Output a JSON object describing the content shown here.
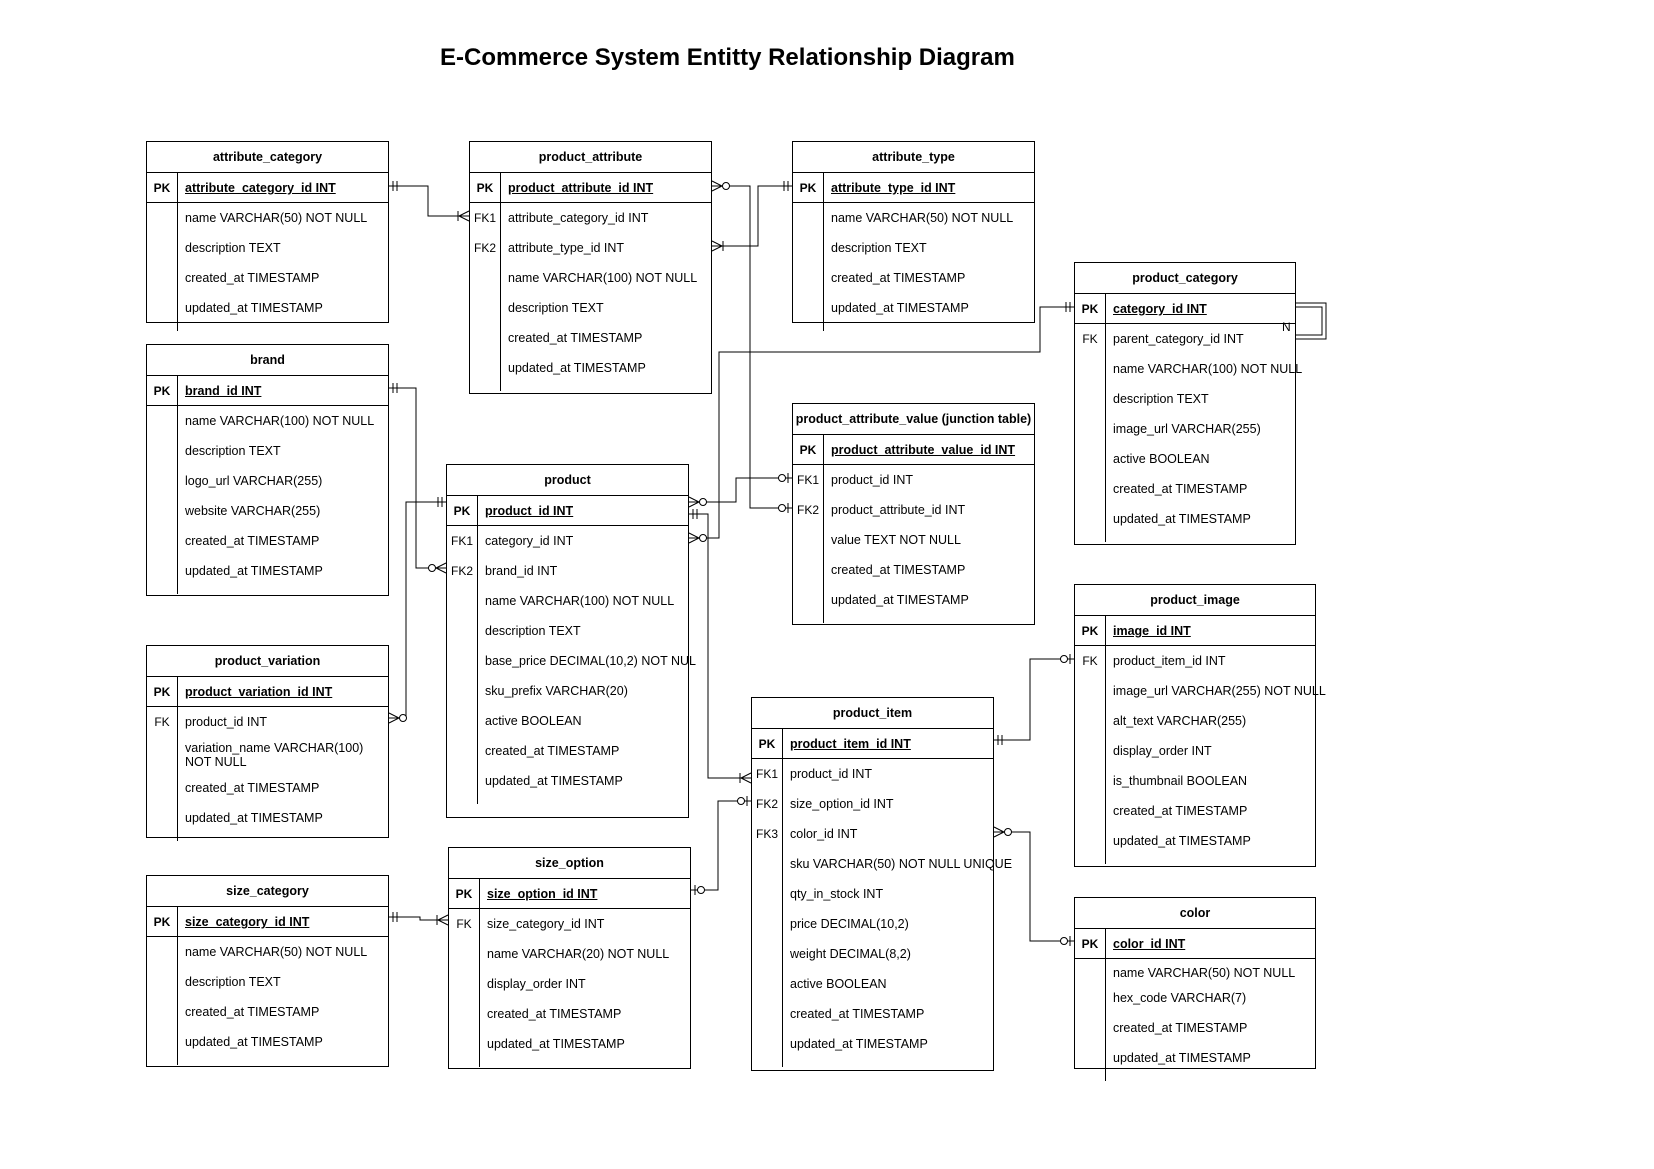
{
  "title": "E-Commerce System Entitty Relationship Diagram",
  "self_reference_label": "N",
  "entities": {
    "attribute_category": {
      "name": "attribute_category",
      "pk": {
        "key": "PK",
        "field": "attribute_category_id INT"
      },
      "rows": [
        {
          "key": "",
          "field": "name VARCHAR(50) NOT NULL"
        },
        {
          "key": "",
          "field": "description TEXT"
        },
        {
          "key": "",
          "field": "created_at TIMESTAMP"
        },
        {
          "key": "",
          "field": "updated_at TIMESTAMP"
        }
      ]
    },
    "brand": {
      "name": "brand",
      "pk": {
        "key": "PK",
        "field": "brand_id INT"
      },
      "rows": [
        {
          "key": "",
          "field": "name VARCHAR(100) NOT NULL"
        },
        {
          "key": "",
          "field": "description TEXT"
        },
        {
          "key": "",
          "field": "logo_url VARCHAR(255)"
        },
        {
          "key": "",
          "field": "website VARCHAR(255)"
        },
        {
          "key": "",
          "field": "created_at TIMESTAMP"
        },
        {
          "key": "",
          "field": "updated_at TIMESTAMP"
        }
      ]
    },
    "product_variation": {
      "name": "product_variation",
      "pk": {
        "key": "PK",
        "field": "product_variation_id INT"
      },
      "rows": [
        {
          "key": "FK",
          "field": "product_id INT"
        },
        {
          "key": "",
          "field": "variation_name  VARCHAR(100) NOT NULL",
          "tall": true
        },
        {
          "key": "",
          "field": "created_at TIMESTAMP"
        },
        {
          "key": "",
          "field": "updated_at TIMESTAMP"
        }
      ]
    },
    "size_category": {
      "name": "size_category",
      "pk": {
        "key": "PK",
        "field": "size_category_id INT"
      },
      "rows": [
        {
          "key": "",
          "field": "name VARCHAR(50) NOT NULL"
        },
        {
          "key": "",
          "field": "description TEXT"
        },
        {
          "key": "",
          "field": "created_at TIMESTAMP"
        },
        {
          "key": "",
          "field": "updated_at TIMESTAMP"
        }
      ]
    },
    "product_attribute": {
      "name": "product_attribute",
      "pk": {
        "key": "PK",
        "field": "product_attribute_id INT"
      },
      "rows": [
        {
          "key": "FK1",
          "field": "attribute_category_id INT"
        },
        {
          "key": "FK2",
          "field": "attribute_type_id INT"
        },
        {
          "key": "",
          "field": "name VARCHAR(100) NOT NULL"
        },
        {
          "key": "",
          "field": "description TEXT"
        },
        {
          "key": "",
          "field": "created_at TIMESTAMP"
        },
        {
          "key": "",
          "field": "updated_at TIMESTAMP"
        }
      ]
    },
    "product": {
      "name": "product",
      "pk": {
        "key": "PK",
        "field": "product_id INT"
      },
      "rows": [
        {
          "key": "FK1",
          "field": "category_id INT"
        },
        {
          "key": "FK2",
          "field": "brand_id INT"
        },
        {
          "key": "",
          "field": "name VARCHAR(100) NOT NULL"
        },
        {
          "key": "",
          "field": "description TEXT"
        },
        {
          "key": "",
          "field": "base_price DECIMAL(10,2) NOT NUL"
        },
        {
          "key": "",
          "field": "sku_prefix VARCHAR(20)"
        },
        {
          "key": "",
          "field": "active BOOLEAN"
        },
        {
          "key": "",
          "field": "created_at TIMESTAMP"
        },
        {
          "key": "",
          "field": "updated_at TIMESTAMP"
        }
      ]
    },
    "size_option": {
      "name": "size_option",
      "pk": {
        "key": "PK",
        "field": "size_option_id INT"
      },
      "rows": [
        {
          "key": "FK",
          "field": "size_category_id INT"
        },
        {
          "key": "",
          "field": "name VARCHAR(20) NOT NULL"
        },
        {
          "key": "",
          "field": "display_order INT"
        },
        {
          "key": "",
          "field": "created_at TIMESTAMP"
        },
        {
          "key": "",
          "field": "updated_at TIMESTAMP"
        }
      ]
    },
    "attribute_type": {
      "name": "attribute_type",
      "pk": {
        "key": "PK",
        "field": "attribute_type_id INT"
      },
      "rows": [
        {
          "key": "",
          "field": "name VARCHAR(50) NOT NULL"
        },
        {
          "key": "",
          "field": "description TEXT"
        },
        {
          "key": "",
          "field": "created_at TIMESTAMP"
        },
        {
          "key": "",
          "field": "updated_at TIMESTAMP"
        }
      ]
    },
    "product_attribute_value": {
      "name": "product_attribute_value (junction table)",
      "pk": {
        "key": "PK",
        "field": "product_attribute_value_id INT"
      },
      "rows": [
        {
          "key": "FK1",
          "field": "product_id INT"
        },
        {
          "key": "FK2",
          "field": "product_attribute_id INT"
        },
        {
          "key": "",
          "field": "value TEXT NOT NULL"
        },
        {
          "key": "",
          "field": "created_at TIMESTAMP"
        },
        {
          "key": "",
          "field": "updated_at TIMESTAMP"
        }
      ]
    },
    "product_item": {
      "name": "product_item",
      "pk": {
        "key": "PK",
        "field": "product_item_id INT"
      },
      "rows": [
        {
          "key": "FK1",
          "field": "product_id INT"
        },
        {
          "key": "FK2",
          "field": "size_option_id INT"
        },
        {
          "key": "FK3",
          "field": "color_id INT"
        },
        {
          "key": "",
          "field": "sku VARCHAR(50) NOT NULL UNIQUE"
        },
        {
          "key": "",
          "field": "qty_in_stock INT"
        },
        {
          "key": "",
          "field": "price DECIMAL(10,2)"
        },
        {
          "key": "",
          "field": "weight DECIMAL(8,2)"
        },
        {
          "key": "",
          "field": "active BOOLEAN"
        },
        {
          "key": "",
          "field": "created_at TIMESTAMP"
        },
        {
          "key": "",
          "field": "updated_at TIMESTAMP"
        }
      ]
    },
    "product_category": {
      "name": "product_category",
      "pk": {
        "key": "PK",
        "field": "category_id INT"
      },
      "rows": [
        {
          "key": "FK",
          "field": "parent_category_id INT"
        },
        {
          "key": "",
          "field": "name VARCHAR(100) NOT NULL"
        },
        {
          "key": "",
          "field": "description TEXT"
        },
        {
          "key": "",
          "field": "image_url VARCHAR(255)"
        },
        {
          "key": "",
          "field": "active BOOLEAN"
        },
        {
          "key": "",
          "field": "created_at TIMESTAMP"
        },
        {
          "key": "",
          "field": "updated_at TIMESTAMP"
        }
      ]
    },
    "product_image": {
      "name": "product_image",
      "pk": {
        "key": "PK",
        "field": "image_id INT"
      },
      "rows": [
        {
          "key": "FK",
          "field": "product_item_id INT"
        },
        {
          "key": "",
          "field": "image_url VARCHAR(255) NOT NULL"
        },
        {
          "key": "",
          "field": "alt_text VARCHAR(255)"
        },
        {
          "key": "",
          "field": "display_order INT"
        },
        {
          "key": "",
          "field": "is_thumbnail BOOLEAN"
        },
        {
          "key": "",
          "field": "created_at TIMESTAMP"
        },
        {
          "key": "",
          "field": "updated_at TIMESTAMP"
        }
      ]
    },
    "color": {
      "name": "color",
      "pk": {
        "key": "PK",
        "field": "color_id INT"
      },
      "rows": [
        {
          "key": "",
          "field": "name VARCHAR(50) NOT NULL",
          "short": true
        },
        {
          "key": "",
          "field": "hex_code VARCHAR(7)"
        },
        {
          "key": "",
          "field": "created_at TIMESTAMP"
        },
        {
          "key": "",
          "field": "updated_at TIMESTAMP"
        }
      ]
    }
  }
}
